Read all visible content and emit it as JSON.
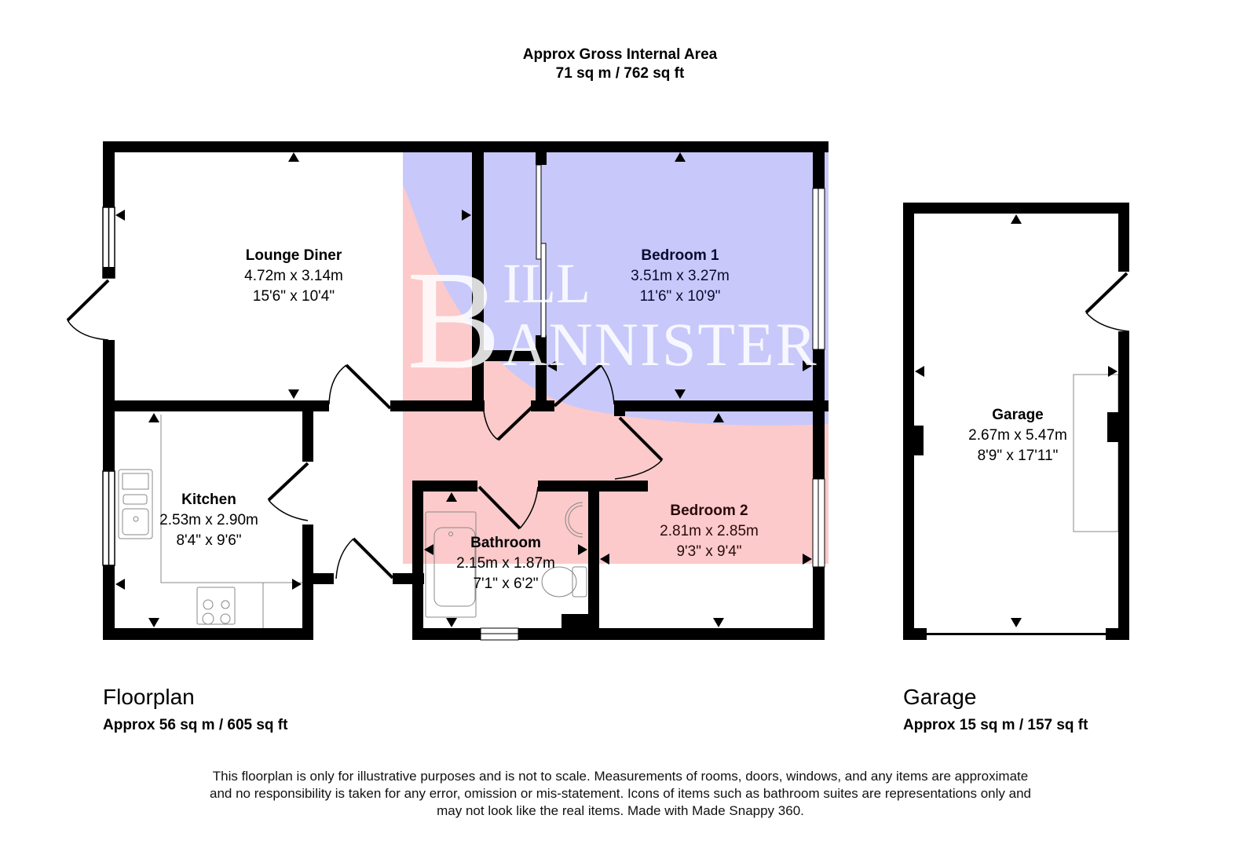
{
  "header": {
    "title": "Approx Gross Internal Area",
    "area": "71 sq m / 762 sq ft"
  },
  "rooms": [
    {
      "id": "lounge-diner",
      "name": "Lounge Diner",
      "metric": "4.72m x 3.14m",
      "imperial": "15'6\" x 10'4\""
    },
    {
      "id": "bedroom-1",
      "name": "Bedroom 1",
      "metric": "3.51m x 3.27m",
      "imperial": "11'6\" x 10'9\""
    },
    {
      "id": "kitchen",
      "name": "Kitchen",
      "metric": "2.53m x 2.90m",
      "imperial": "8'4\" x 9'6\""
    },
    {
      "id": "bathroom",
      "name": "Bathroom",
      "metric": "2.15m x 1.87m",
      "imperial": "7'1\" x 6'2\""
    },
    {
      "id": "bedroom-2",
      "name": "Bedroom 2",
      "metric": "2.81m x 2.85m",
      "imperial": "9'3\" x 9'4\""
    },
    {
      "id": "garage",
      "name": "Garage",
      "metric": "2.67m x 5.47m",
      "imperial": "8'9\" x 17'11\""
    }
  ],
  "sections": {
    "floorplan": {
      "title": "Floorplan",
      "area": "Approx 56 sq m / 605 sq ft"
    },
    "garage": {
      "title": "Garage",
      "area": "Approx 15 sq m / 157 sq ft"
    }
  },
  "watermark": {
    "line1": "ILL",
    "line2": "ANNISTER",
    "initial": "B",
    "colors": {
      "blue": "#c8c8fa",
      "pink": "#fccaca",
      "text": "#ffffff"
    }
  },
  "colors": {
    "wall": "#000000",
    "fixture_line": "#888888",
    "background": "#ffffff"
  },
  "disclaimer": {
    "line1": "This floorplan is only for illustrative purposes and is not to scale. Measurements of rooms, doors, windows, and any items are approximate",
    "line2": "and no responsibility is taken for any error, omission or mis-statement. Icons of items such as bathroom suites are representations only and",
    "line3": "may not look like the real items. Made with Made Snappy 360."
  }
}
